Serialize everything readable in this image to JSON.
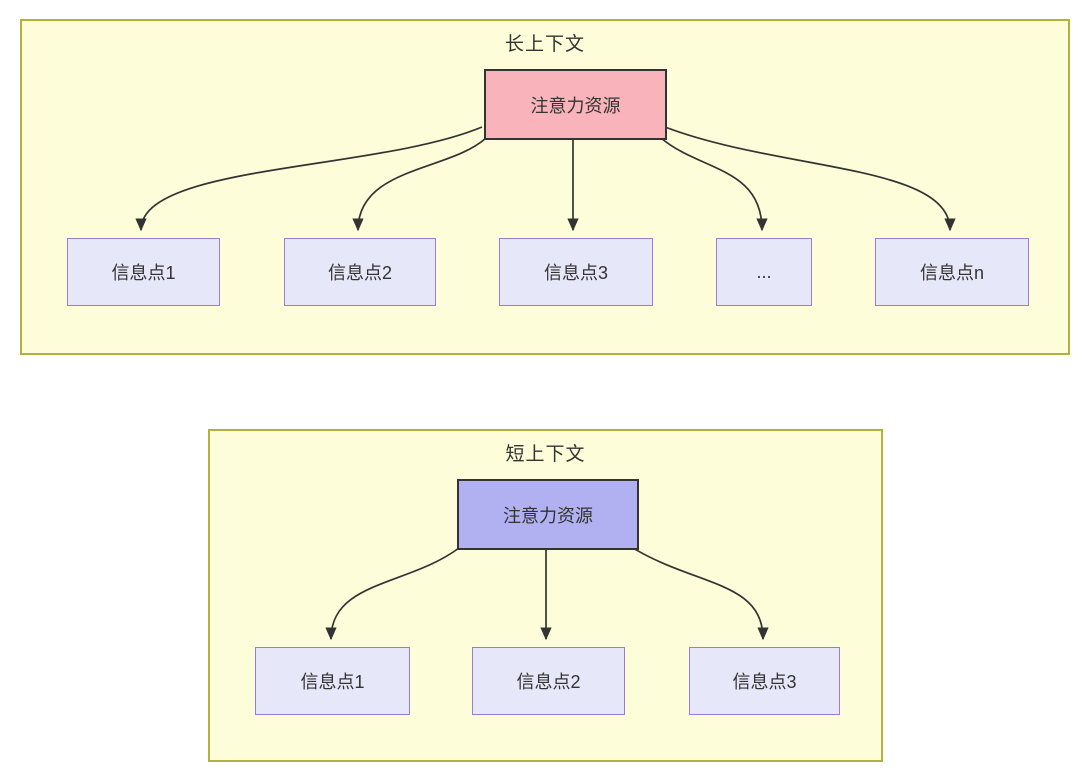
{
  "diagram": {
    "long_context": {
      "title": "长上下文",
      "root": {
        "label": "注意力资源",
        "fill": "#F9B3BB"
      },
      "children": [
        {
          "label": "信息点1"
        },
        {
          "label": "信息点2"
        },
        {
          "label": "信息点3"
        },
        {
          "label": "..."
        },
        {
          "label": "信息点n"
        }
      ]
    },
    "short_context": {
      "title": "短上下文",
      "root": {
        "label": "注意力资源",
        "fill": "#B1B1F1"
      },
      "children": [
        {
          "label": "信息点1"
        },
        {
          "label": "信息点2"
        },
        {
          "label": "信息点3"
        }
      ]
    },
    "colors": {
      "panel_fill": "#FDFDD9",
      "panel_border": "#B1B142",
      "info_node_fill": "#E7E7FA",
      "info_node_border": "#9C7BD4",
      "root_node_border": "#333333",
      "long_root_fill": "#F9B3BB",
      "short_root_fill": "#B1B1F1",
      "arrow": "#333333",
      "text": "#333333"
    }
  }
}
